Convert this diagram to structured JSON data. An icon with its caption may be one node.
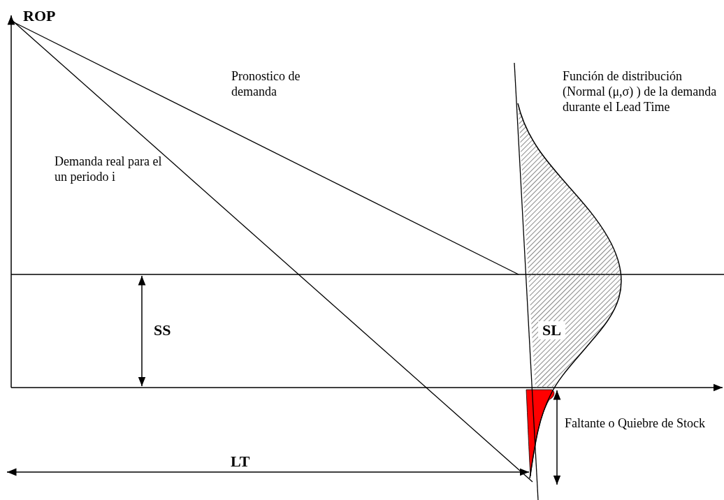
{
  "diagram": {
    "labels": [
      "ROP",
      "Pronostico de demanda",
      "Función de distribución (Normal (μ,σ) ) de la demanda durante el Lead Time",
      "Demanda real para el un periodo i",
      "SS",
      "SL",
      "Faltante o Quiebre de Stock",
      "LT"
    ]
  }
}
